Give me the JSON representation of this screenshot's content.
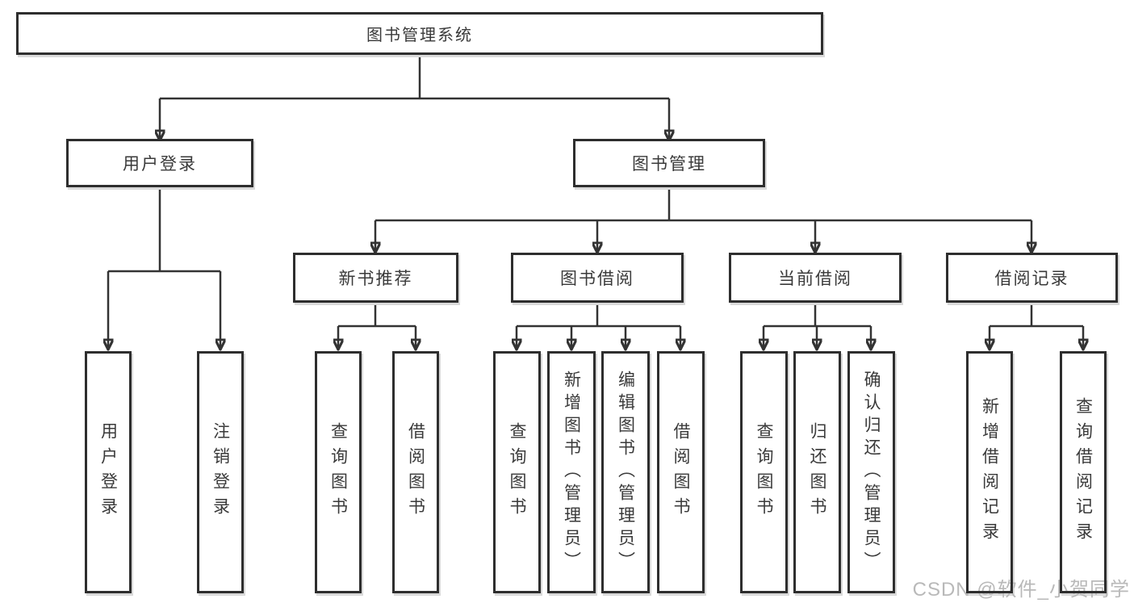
{
  "diagram": {
    "title_node": "图书管理系统",
    "root": {
      "label": "图书管理系统"
    },
    "branches": [
      {
        "label": "用户登录",
        "children": [
          {
            "label": "用户登录"
          },
          {
            "label": "注销登录"
          }
        ]
      },
      {
        "label": "图书管理",
        "children": [
          {
            "label": "新书推荐",
            "children": [
              {
                "label": "查询图书"
              },
              {
                "label": "借阅图书"
              }
            ]
          },
          {
            "label": "图书借阅",
            "children": [
              {
                "label": "查询图书"
              },
              {
                "label": "新增图书（管理员）"
              },
              {
                "label": "编辑图书（管理员）"
              },
              {
                "label": "借阅图书"
              }
            ]
          },
          {
            "label": "当前借阅",
            "children": [
              {
                "label": "查询图书"
              },
              {
                "label": "归还图书"
              },
              {
                "label": "确认归还（管理员）"
              }
            ]
          },
          {
            "label": "借阅记录",
            "children": [
              {
                "label": "新增借阅记录"
              },
              {
                "label": "查询借阅记录"
              }
            ]
          }
        ]
      }
    ]
  },
  "watermark": {
    "text": "CSDN @软件_小贺同学"
  },
  "colors": {
    "line": "#333333",
    "box_border": "#2e2e2e",
    "box_fill": "#ffffff",
    "text": "#3a3a3a",
    "shadow": "#d9d9d9",
    "watermark": "#b9b9b9",
    "background": "#ffffff"
  }
}
